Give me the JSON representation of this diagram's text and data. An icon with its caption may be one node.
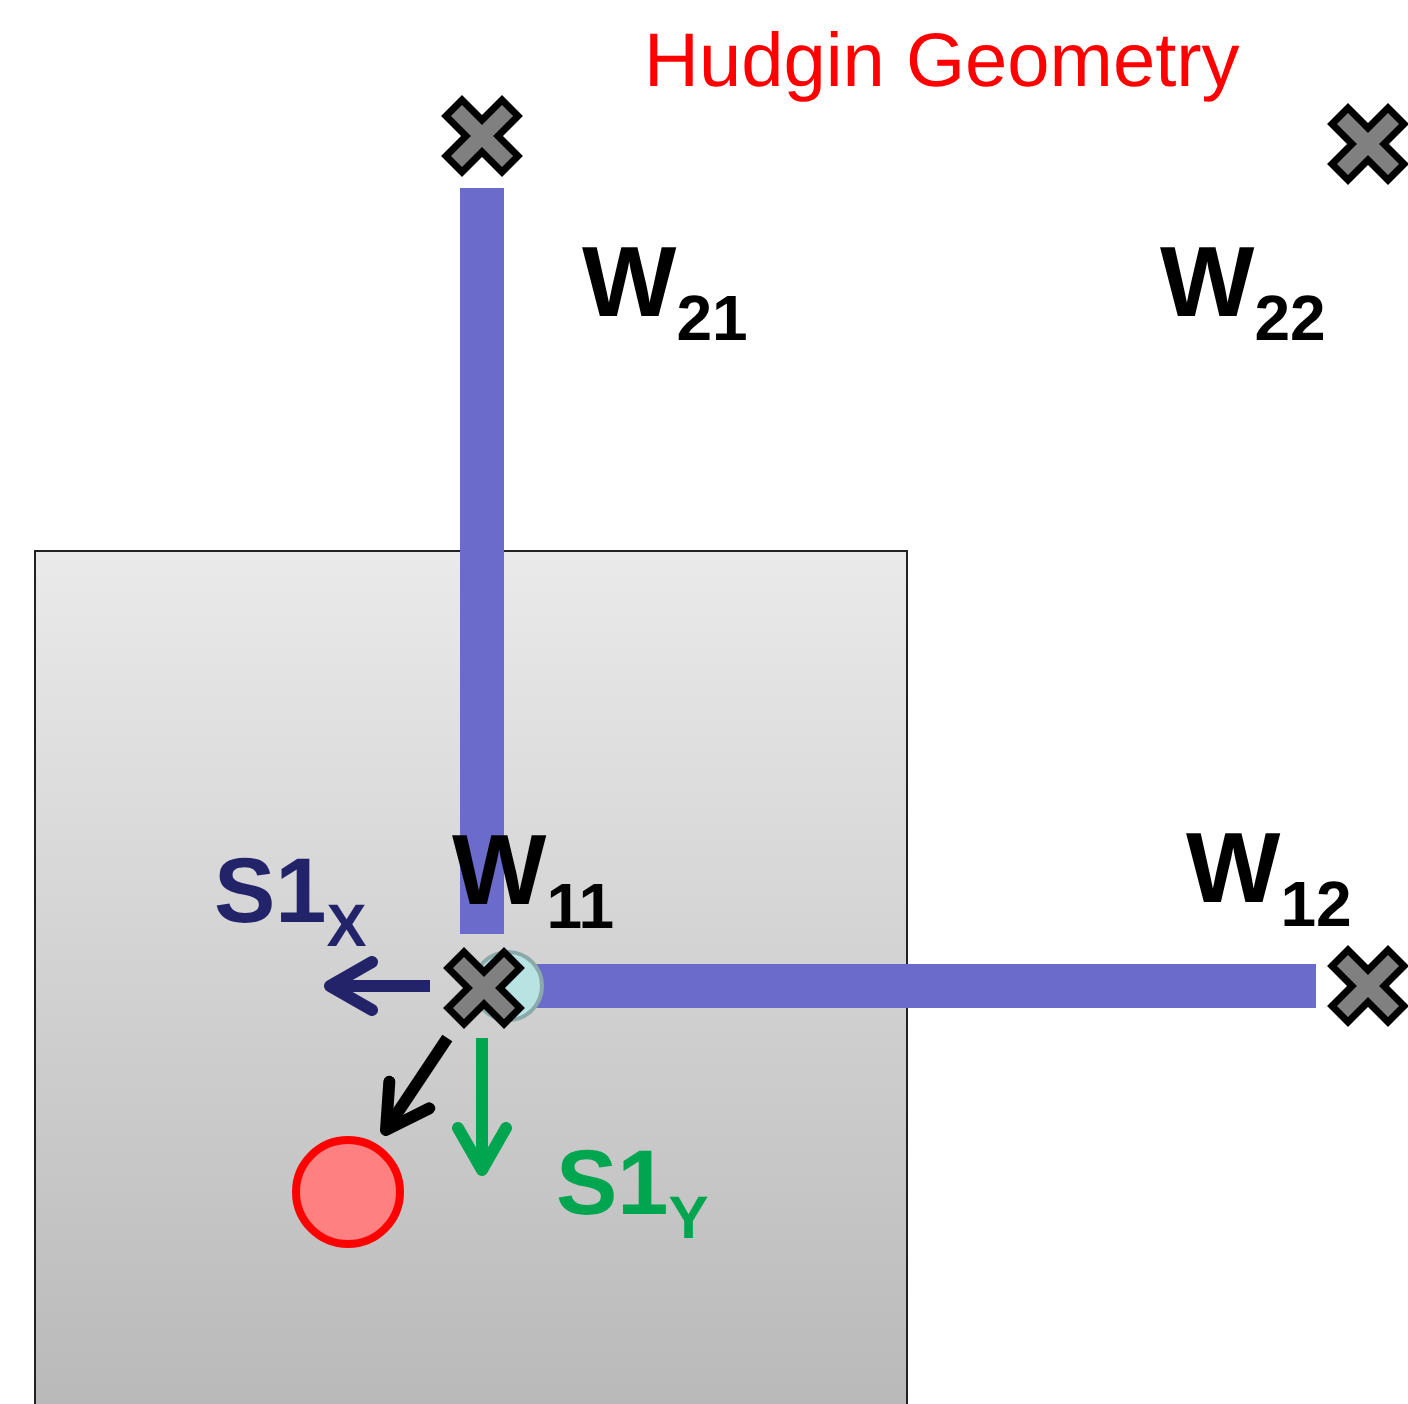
{
  "diagram": {
    "title": "Hudgin Geometry",
    "nodes": [
      {
        "text": [],
        "shape": "box"
      },
      {
        "text": [],
        "shape": "cross",
        "beside": [
          "W$_{21}$"
        ]
      },
      {
        "text": [],
        "shape": "cross",
        "beside": [
          "W$_{22}$"
        ]
      },
      {
        "text": [],
        "shape": "cross",
        "beside": [
          "W$_{11}$"
        ],
        "in": 0
      },
      {
        "text": [],
        "shape": "cross",
        "beside": [
          "W$_{12}$"
        ]
      },
      {
        "text": [],
        "shape": "circle",
        "in": 0
      }
    ],
    "edges": [
      {
        "from": 1,
        "to": 3,
        "arrow": "none",
        "style": "thick",
        "color": "#6b6bcc"
      },
      {
        "from": 3,
        "to": 4,
        "arrow": "none",
        "style": "thick",
        "color": "#6b6bcc"
      },
      {
        "from": 3,
        "to": null,
        "arrow": "to",
        "label": "S1$_{X}$",
        "color": "#23236a"
      },
      {
        "from": 3,
        "to": null,
        "arrow": "to",
        "label": "S1$_{Y}$",
        "color": "#00a550"
      },
      {
        "from": 3,
        "to": 5,
        "arrow": "to",
        "color": "#000000"
      }
    ]
  }
}
